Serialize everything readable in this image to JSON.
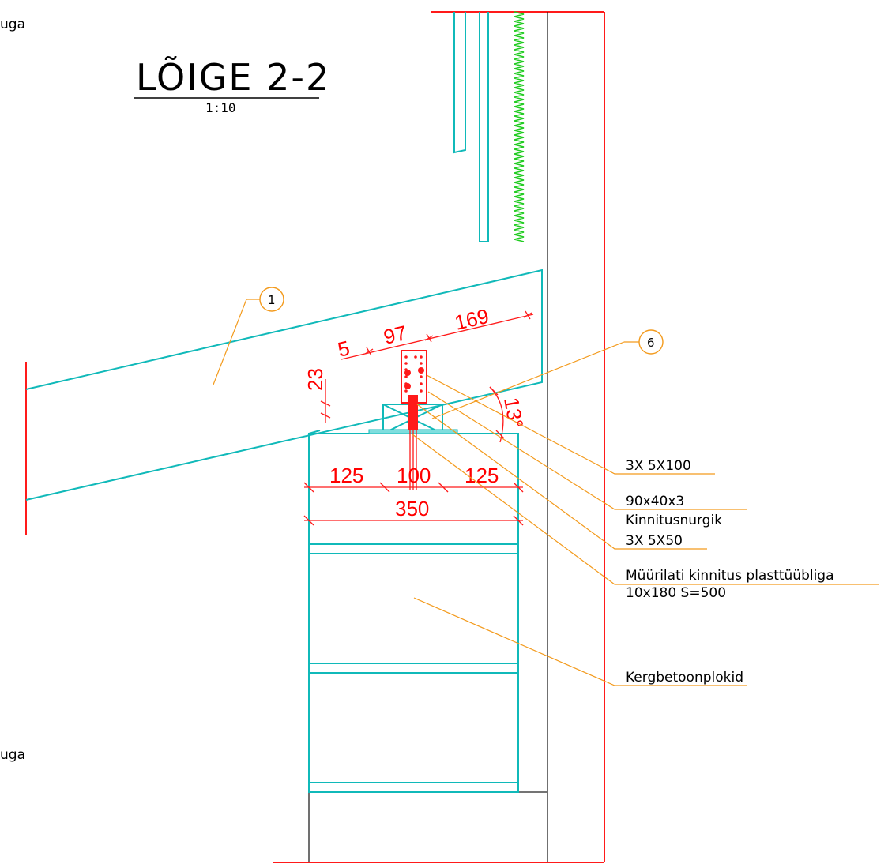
{
  "section": {
    "title": "LÕIGE 2-2",
    "scale": "1:10"
  },
  "margin_notes": [
    "uga",
    "uga"
  ],
  "bubbles": [
    "1",
    "6"
  ],
  "dimensions": {
    "d5": "5",
    "d97": "97",
    "d169": "169",
    "d23": "23",
    "d13": "13°",
    "d125a": "125",
    "d100": "100",
    "d125b": "125",
    "d350": "350"
  },
  "labels": {
    "screw_100": "3X 5X100",
    "bracket_size": "90x40x3",
    "bracket_name": "Kinnitusnurgik",
    "screw_50": "3X 5X50",
    "wallplate_fix": "Müürilati kinnitus plasttüübliga",
    "wallplate_spec": "10x180 S=500",
    "blocks": "Kergbetoonplokid"
  },
  "colors": {
    "structure": "#10b9b9",
    "dimension": "#ff1a1a",
    "leader": "#f39a1c",
    "insulation": "#22cc22"
  }
}
